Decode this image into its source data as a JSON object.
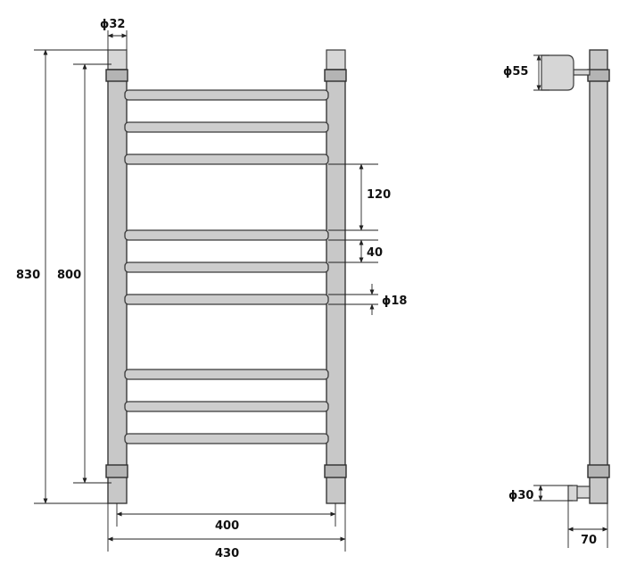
{
  "diagram": {
    "front_view": {
      "dimensions": {
        "tube_diameter": "32",
        "total_height": "830",
        "center_height": "800",
        "bar_spacing_large": "120",
        "bar_spacing_small": "40",
        "bar_diameter": "18",
        "center_width": "400",
        "total_width": "430"
      },
      "diameter_symbol": "ϕ"
    },
    "side_view": {
      "dimensions": {
        "mount_diameter": "55",
        "connector_diameter": "30",
        "wall_offset": "70"
      }
    },
    "colors": {
      "tube_fill": "#c8c8c8",
      "outline": "#3a3a3a",
      "collar_fill": "#b4b4b4",
      "dimension_line": "#222222"
    }
  }
}
